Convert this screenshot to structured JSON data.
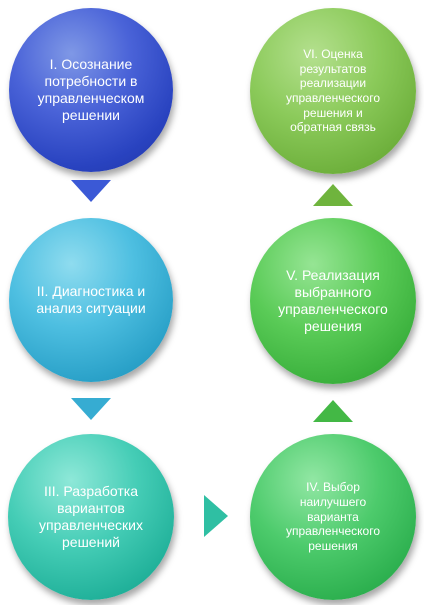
{
  "steps": [
    {
      "label": "I. Осознание\nпотребности в\nуправленческом\nрешении"
    },
    {
      "label": "II. Диагностика и\nанализ ситуации"
    },
    {
      "label": "III. Разработка\nвариантов\nуправленческих\nрешений"
    },
    {
      "label": "IV. Выбор\nнаилучшего\nварианта\nуправленческого\nрешения"
    },
    {
      "label": "V. Реализация\nвыбранного\nуправленческого\nрешения"
    },
    {
      "label": "VI. Оценка\nрезультатов\nреализации\nуправленческого\nрешения и\nобратная связь"
    }
  ],
  "colors": {
    "step1": "#2943c0",
    "step2": "#2ba2c9",
    "step3": "#22b29b",
    "step4": "#2eb150",
    "step5": "#3bb13d",
    "step6": "#6fb13d"
  }
}
